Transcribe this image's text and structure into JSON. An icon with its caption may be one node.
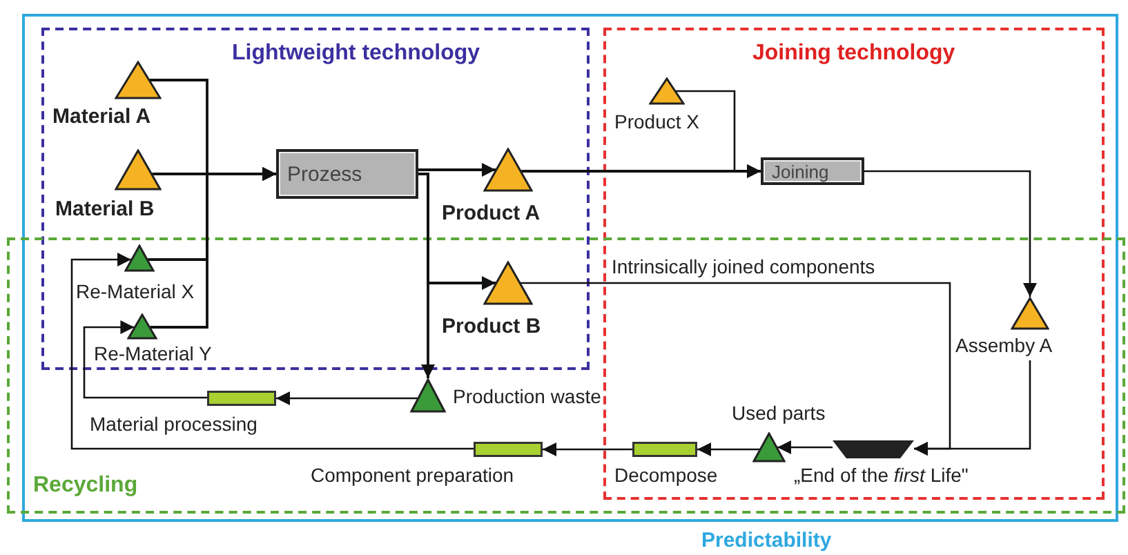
{
  "diagram": {
    "nodes": [
      {
        "text": [
          "Material A"
        ]
      },
      {
        "text": [
          "Material B"
        ]
      },
      {
        "text": [
          "Prozess"
        ]
      },
      {
        "text": [
          "Product A"
        ]
      },
      {
        "text": [
          "Product B"
        ]
      },
      {
        "text": [
          "Re-Material X"
        ]
      },
      {
        "text": [
          "Re-Material Y"
        ]
      },
      {
        "text": [
          "Product X"
        ]
      },
      {
        "text": [
          "Joining"
        ]
      },
      {
        "text": [
          "Assemby A"
        ]
      },
      {
        "text": [
          "Production waste"
        ]
      },
      {
        "text": [
          "Material processing"
        ]
      },
      {
        "text": [
          "Component preparation"
        ]
      },
      {
        "text": [
          "Decompose"
        ]
      },
      {
        "text": [
          "Used parts"
        ]
      },
      {
        "text": [
          "„End of the *first* Life\""
        ]
      }
    ],
    "edges": [
      {
        "from": 0,
        "to": 2,
        "arrow": "to"
      },
      {
        "from": 1,
        "to": 2,
        "arrow": "to"
      },
      {
        "from": 5,
        "to": 2,
        "arrow": "to"
      },
      {
        "from": 6,
        "to": 2,
        "arrow": "to"
      },
      {
        "from": 2,
        "to": 3,
        "arrow": "to"
      },
      {
        "from": 2,
        "to": 4,
        "arrow": "to"
      },
      {
        "from": 2,
        "to": 10,
        "arrow": "to"
      },
      {
        "from": 3,
        "to": 8,
        "arrow": "to"
      },
      {
        "from": 7,
        "to": 8,
        "arrow": "to"
      },
      {
        "from": 8,
        "to": 9,
        "arrow": "to"
      },
      {
        "from": 9,
        "to": 15,
        "arrow": "to"
      },
      {
        "from": 4,
        "to": 15,
        "label": "Intrinsically joined components",
        "arrow": "to"
      },
      {
        "from": 15,
        "to": 14,
        "arrow": "to"
      },
      {
        "from": 14,
        "to": 13,
        "arrow": "to"
      },
      {
        "from": 13,
        "to": 12,
        "arrow": "to"
      },
      {
        "from": 12,
        "to": 5,
        "arrow": "to"
      },
      {
        "from": 10,
        "to": 11,
        "arrow": "to"
      },
      {
        "from": 11,
        "to": 6,
        "arrow": "to"
      }
    ],
    "labels": [
      "Lightweight technology",
      "Joining technology",
      "Recycling",
      "Predictability"
    ]
  }
}
